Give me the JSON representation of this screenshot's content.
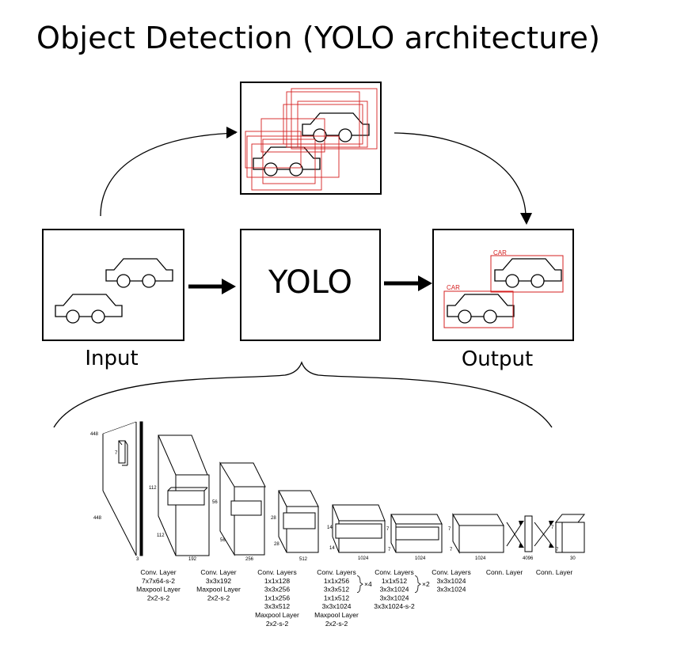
{
  "title": "Object Detection (YOLO architecture)",
  "model_label": "YOLO",
  "input_label": "Input",
  "output_label": "Output",
  "detection_label": "CAR",
  "box_color": "#d42020",
  "stages": [
    {
      "lines": [
        "Conv. Layer",
        "7x7x64-s-2",
        "Maxpool Layer",
        "2x2-s-2"
      ]
    },
    {
      "lines": [
        "Conv. Layer",
        "3x3x192",
        "Maxpool Layer",
        "2x2-s-2"
      ]
    },
    {
      "lines": [
        "Conv. Layers",
        "1x1x128",
        "3x3x256",
        "1x1x256",
        "3x3x512",
        "Maxpool Layer",
        "2x2-s-2"
      ]
    },
    {
      "lines": [
        "Conv. Layers",
        "1x1x256",
        "3x3x512",
        "1x1x512",
        "3x3x1024",
        "Maxpool Layer",
        "2x2-s-2"
      ],
      "repeat": "×4"
    },
    {
      "lines": [
        "Conv. Layers",
        "1x1x512",
        "3x3x1024",
        "3x3x1024",
        "3x3x1024-s-2"
      ],
      "repeat": "×2"
    },
    {
      "lines": [
        "Conv. Layers",
        "3x3x1024",
        "3x3x1024"
      ]
    },
    {
      "lines": [
        "Conn. Layer"
      ]
    },
    {
      "lines": [
        "Conn. Layer"
      ]
    }
  ],
  "dims": {
    "d448a": "448",
    "d448b": "448",
    "d3": "3",
    "d7": "7",
    "d112a": "112",
    "d112b": "112",
    "d192": "192",
    "d56a": "56",
    "d56b": "56",
    "d256": "256",
    "d28a": "28",
    "d28b": "28",
    "d512": "512",
    "d14a": "14",
    "d14b": "14",
    "d1024a": "1024",
    "d7a": "7",
    "d7b": "7",
    "d1024b": "1024",
    "d7c": "7",
    "d7d": "7",
    "d1024c": "1024",
    "d4096": "4096",
    "d30": "30",
    "d7e": "7",
    "d7f": "7"
  }
}
